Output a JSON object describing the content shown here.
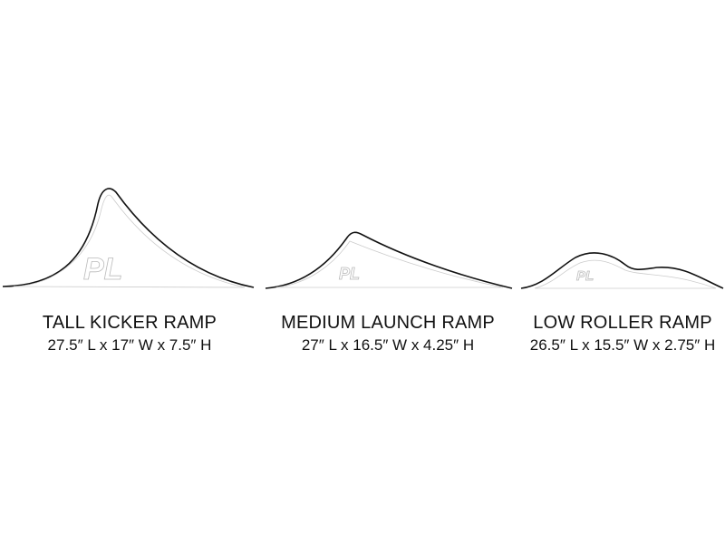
{
  "ramps": [
    {
      "name": "TALL KICKER RAMP",
      "dimensions": "27.5″ L x 17″ W x 7.5″ H",
      "logo": "PL"
    },
    {
      "name": "MEDIUM LAUNCH RAMP",
      "dimensions": "27″ L x 16.5″ W x 4.25″ H",
      "logo": "PL"
    },
    {
      "name": "LOW ROLLER RAMP",
      "dimensions": "26.5″ L x 15.5″ W x 2.75″ H",
      "logo": "PL"
    }
  ]
}
